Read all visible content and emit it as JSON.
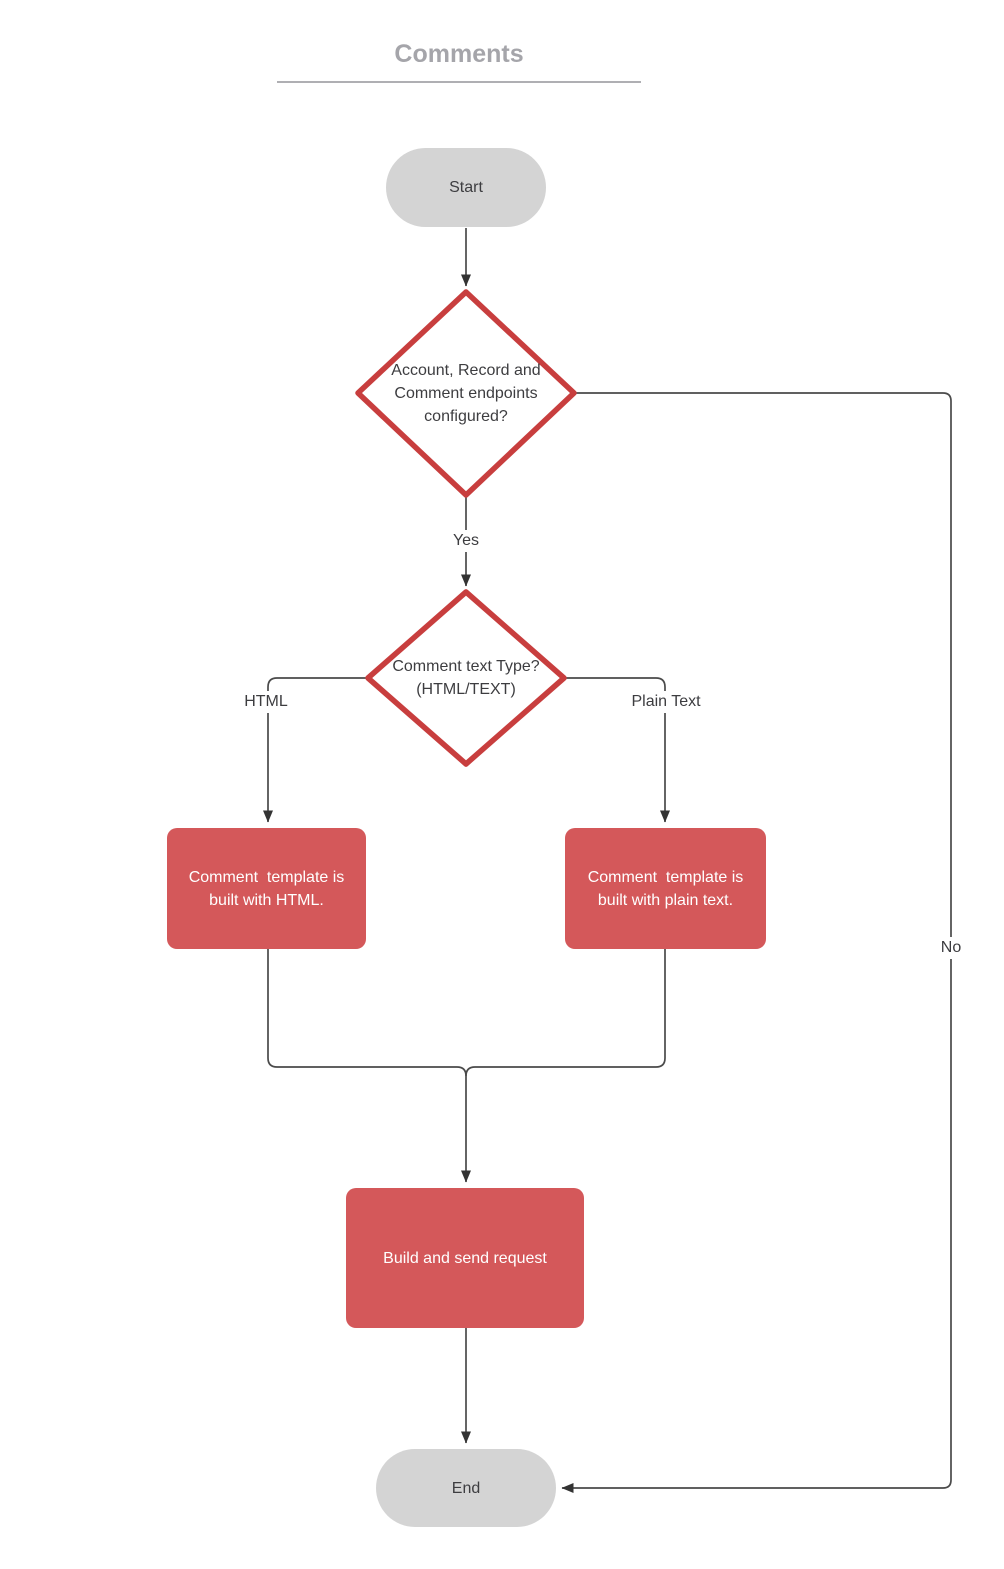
{
  "title": {
    "text": "Comments"
  },
  "nodes": {
    "start": {
      "label": "Start"
    },
    "decision_endpoints": {
      "label": "Account, Record and\nComment endpoints\nconfigured?"
    },
    "decision_text_type": {
      "label": "Comment text Type?\n(HTML/TEXT)"
    },
    "process_html": {
      "label": "Comment  template is\nbuilt with HTML."
    },
    "process_plain": {
      "label": "Comment  template is\nbuilt with plain text."
    },
    "process_build": {
      "label": "Build and send request"
    },
    "end": {
      "label": "End"
    }
  },
  "edge_labels": {
    "yes": "Yes",
    "no": "No",
    "html": "HTML",
    "plain_text": "Plain Text"
  },
  "colors": {
    "process_fill": "#d4585a",
    "decision_stroke": "#c83e3e",
    "terminal_fill": "#d4d4d4",
    "connector": "#4a4a4a",
    "title_text": "#a5a5aa"
  }
}
